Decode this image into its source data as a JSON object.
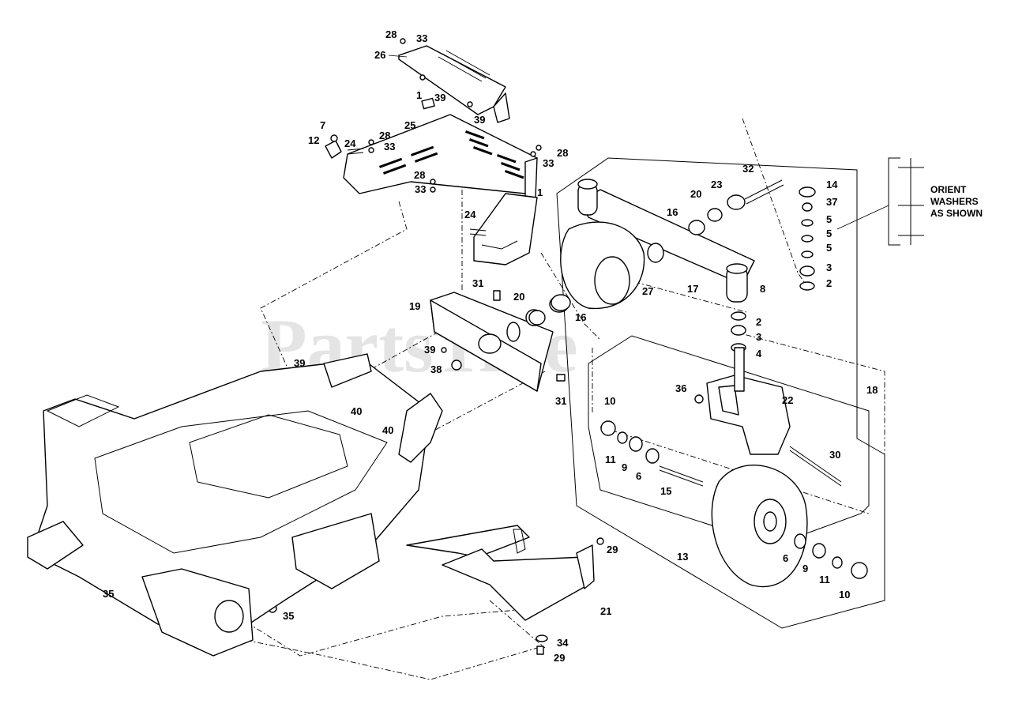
{
  "watermark": "PartsTree",
  "note": {
    "lines": [
      "ORIENT",
      "WASHERS",
      "AS SHOWN"
    ]
  },
  "callouts": {
    "c28a": "28",
    "c33a": "33",
    "c26": "26",
    "c1a": "1",
    "c39a": "39",
    "c39b": "39",
    "c7": "7",
    "c12": "12",
    "c24a": "24",
    "c28b": "28",
    "c33b": "33",
    "c25": "25",
    "c28c": "28",
    "c33c": "33",
    "c28d": "28",
    "c33d": "33",
    "c1b": "1",
    "c24b": "24",
    "c32": "32",
    "c23": "23",
    "c20a": "20",
    "c14": "14",
    "c37": "37",
    "c5a": "5",
    "c5b": "5",
    "c5c": "5",
    "c3a": "3",
    "c2a": "2",
    "c16a": "16",
    "c27": "27",
    "c17": "17",
    "c8": "8",
    "c31a": "31",
    "c19": "19",
    "c20b": "20",
    "c16b": "16",
    "c2b": "2",
    "c3b": "3",
    "c4": "4",
    "c39c": "39",
    "c38": "38",
    "c39d": "39",
    "c40a": "40",
    "c40b": "40",
    "c31b": "31",
    "c36": "36",
    "c22": "22",
    "c18": "18",
    "c10a": "10",
    "c11a": "11",
    "c9a": "9",
    "c6a": "6",
    "c15": "15",
    "c30": "30",
    "c13": "13",
    "c6b": "6",
    "c9b": "9",
    "c11b": "11",
    "c10b": "10",
    "c35a": "35",
    "c35b": "35",
    "c21": "21",
    "c29a": "29",
    "c34": "34",
    "c29b": "29"
  }
}
